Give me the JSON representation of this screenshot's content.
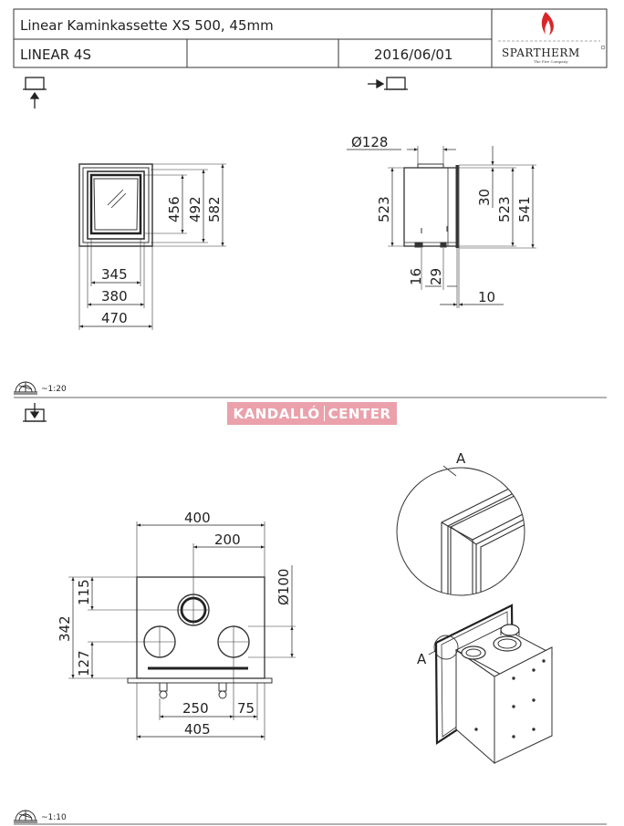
{
  "header": {
    "product_name": "Linear Kaminkassette XS 500, 45mm",
    "model": "LINEAR 4S",
    "date": "2016/06/01",
    "brand": "SPARTHERM",
    "brand_tagline": "The Fire Company"
  },
  "watermark": {
    "left": "KANDALLÓ",
    "right": "CENTER",
    "color": "#eaa1ab"
  },
  "scales": {
    "top": "~1:20",
    "bottom": "~1:10"
  },
  "front_view": {
    "dim_456": "456",
    "dim_492": "492",
    "dim_582": "582",
    "dim_345": "345",
    "dim_380": "380",
    "dim_470": "470"
  },
  "side_view": {
    "dim_d128": "Ø128",
    "dim_523_left": "523",
    "dim_30": "30",
    "dim_523_right": "523",
    "dim_541": "541",
    "dim_16": "16",
    "dim_29": "29",
    "dim_10": "10"
  },
  "top_view": {
    "dim_400": "400",
    "dim_200": "200",
    "dim_d100": "Ø100",
    "dim_115": "115",
    "dim_342": "342",
    "dim_127": "127",
    "dim_250": "250",
    "dim_75": "75",
    "dim_405": "405"
  },
  "detail": {
    "label_top": "A",
    "label_iso": "A"
  }
}
